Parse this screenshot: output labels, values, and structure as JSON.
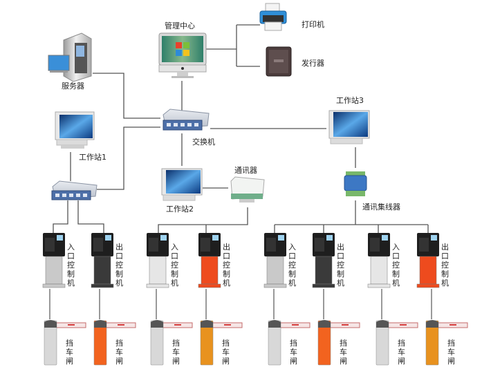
{
  "title": "停车场管理系统网络拓扑",
  "nodes": {
    "management_center": {
      "label": "管理中心",
      "icon": "imac-icon"
    },
    "printer": {
      "label": "打印机",
      "icon": "printer-icon"
    },
    "card_issuer": {
      "label": "发行器",
      "icon": "card-reader-icon"
    },
    "server": {
      "label": "服务器",
      "icon": "server-icon"
    },
    "switch": {
      "label": "交换机",
      "icon": "network-switch-icon"
    },
    "workstation1": {
      "label": "工作站1",
      "icon": "monitor-icon"
    },
    "workstation2": {
      "label": "工作站2",
      "icon": "monitor-icon"
    },
    "workstation3": {
      "label": "工作站3",
      "icon": "monitor-icon"
    },
    "communicator": {
      "label": "通讯器",
      "icon": "communicator-icon"
    },
    "comm_hub": {
      "label": "通讯集线器",
      "icon": "comm-hub-icon"
    }
  },
  "controllers": [
    {
      "label": "入口控制机",
      "type": "entrance",
      "color": "#c9c9c9",
      "group": "workstation1"
    },
    {
      "label": "出口控制机",
      "type": "exit",
      "color": "#3a3a3a",
      "group": "workstation1"
    },
    {
      "label": "入口控制机",
      "type": "entrance",
      "color": "#e6e6e6",
      "group": "workstation2"
    },
    {
      "label": "出口控制机",
      "type": "exit",
      "color": "#ee4b1e",
      "group": "workstation2"
    },
    {
      "label": "入口控制机",
      "type": "entrance",
      "color": "#c9c9c9",
      "group": "workstation3"
    },
    {
      "label": "出口控制机",
      "type": "exit",
      "color": "#3a3a3a",
      "group": "workstation3"
    },
    {
      "label": "入口控制机",
      "type": "entrance",
      "color": "#e6e6e6",
      "group": "workstation3"
    },
    {
      "label": "出口控制机",
      "type": "exit",
      "color": "#ee4b1e",
      "group": "workstation3"
    }
  ],
  "barriers": [
    {
      "label": "挡车闸",
      "color": "#d8d8d8"
    },
    {
      "label": "挡车闸",
      "color": "#f2631f"
    },
    {
      "label": "挡车闸",
      "color": "#d8d8d8"
    },
    {
      "label": "挡车闸",
      "color": "#e8921f"
    },
    {
      "label": "挡车闸",
      "color": "#d8d8d8"
    },
    {
      "label": "挡车闸",
      "color": "#f2631f"
    },
    {
      "label": "挡车闸",
      "color": "#d8d8d8"
    },
    {
      "label": "挡车闸",
      "color": "#e8921f"
    }
  ],
  "colors": {
    "line": "#555555",
    "switch_blue": "#4d6fa8",
    "screen_blue": "#2a6fc0"
  }
}
